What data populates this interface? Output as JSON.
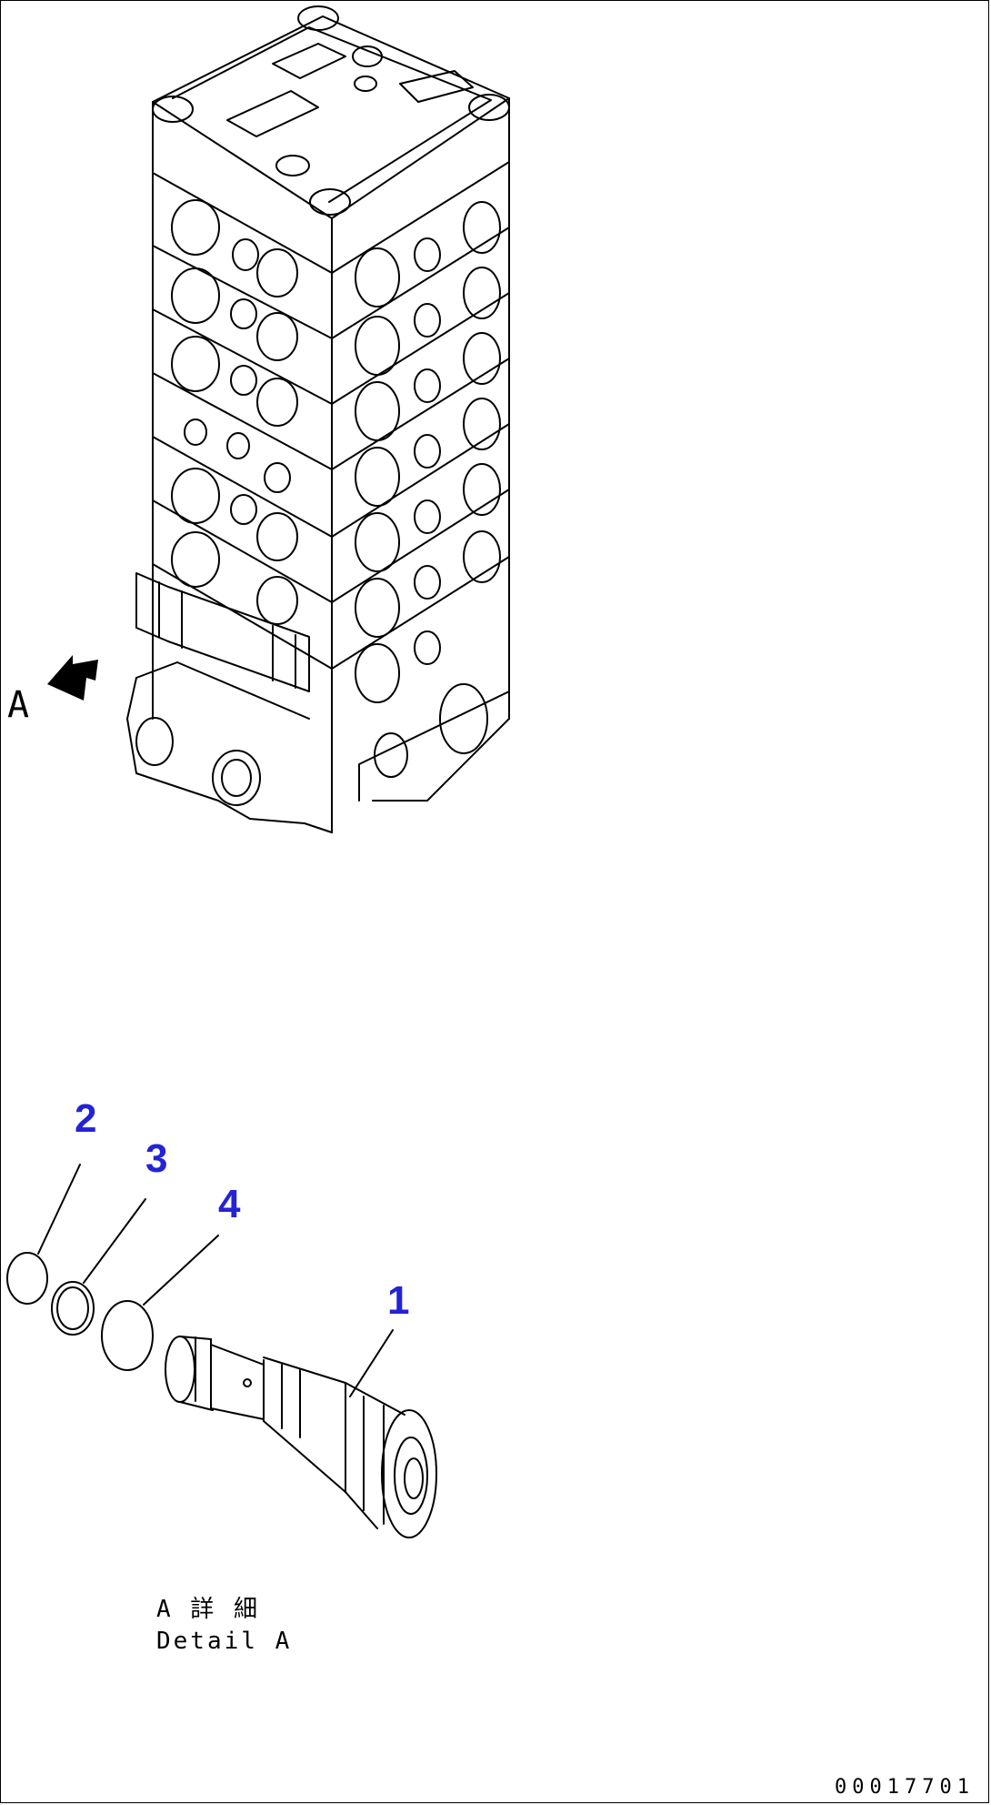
{
  "view": {
    "arrow_label": "A"
  },
  "callouts": {
    "c1": "1",
    "c2": "2",
    "c3": "3",
    "c4": "4"
  },
  "caption": {
    "jp": "A 詳 細",
    "en": "Detail A"
  },
  "drawing_id": "00017701",
  "colors": {
    "callout": "#2323d6",
    "line": "#000000",
    "background": "#ffffff"
  }
}
